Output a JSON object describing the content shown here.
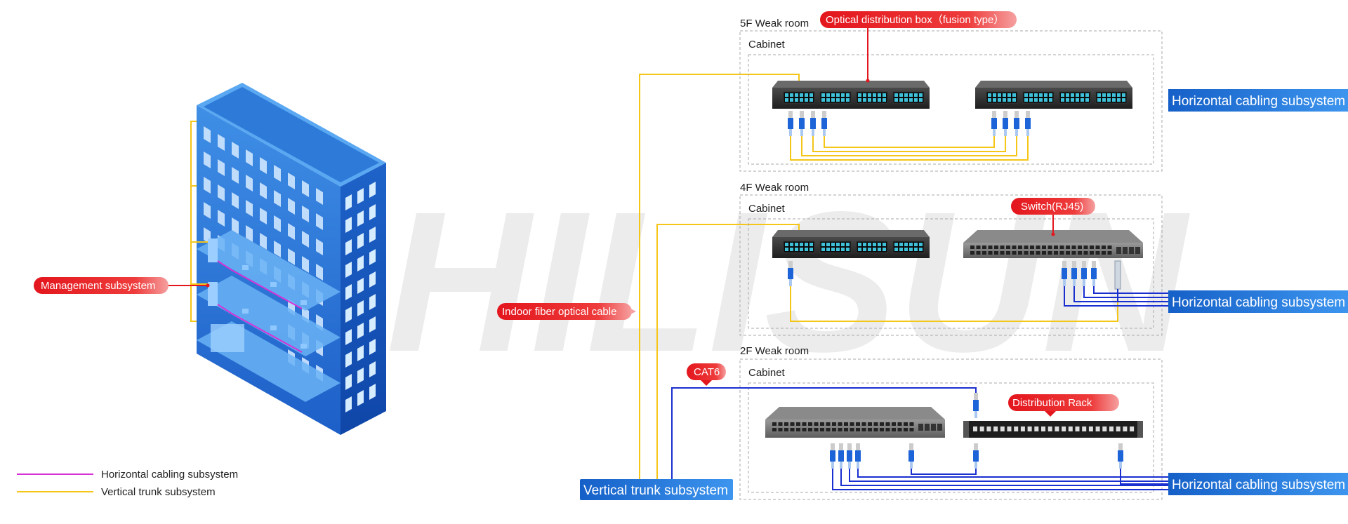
{
  "watermark": "HILISUN",
  "colors": {
    "trunk": "#f5c518",
    "horizontal_legend": "#d633d6",
    "copper": "#1a2fd0",
    "callout_red": "#e3161d",
    "label_blue": "#1a6fd6"
  },
  "callouts": {
    "management": "Management subsystem",
    "indoor_fiber": "Indoor fiber optical cable",
    "odf": "Optical distribution box（fusion type）",
    "switch": "Switch(RJ45)",
    "cat6": "CAT6",
    "dist_rack": "Distribution Rack"
  },
  "rooms": [
    {
      "title": "5F Weak room",
      "cabinet": "Cabinet"
    },
    {
      "title": "4F Weak room",
      "cabinet": "Cabinet"
    },
    {
      "title": "2F Weak room",
      "cabinet": "Cabinet"
    }
  ],
  "subsystem_labels": {
    "horizontal_5f": "Horizontal cabling subsystem",
    "horizontal_4f": "Horizontal cabling subsystem",
    "horizontal_2f": "Horizontal cabling subsystem",
    "vertical_trunk": "Vertical trunk subsystem"
  },
  "legend": [
    {
      "label": "Horizontal cabling subsystem",
      "color": "#d633d6"
    },
    {
      "label": "Vertical trunk subsystem",
      "color": "#f5c518"
    }
  ]
}
